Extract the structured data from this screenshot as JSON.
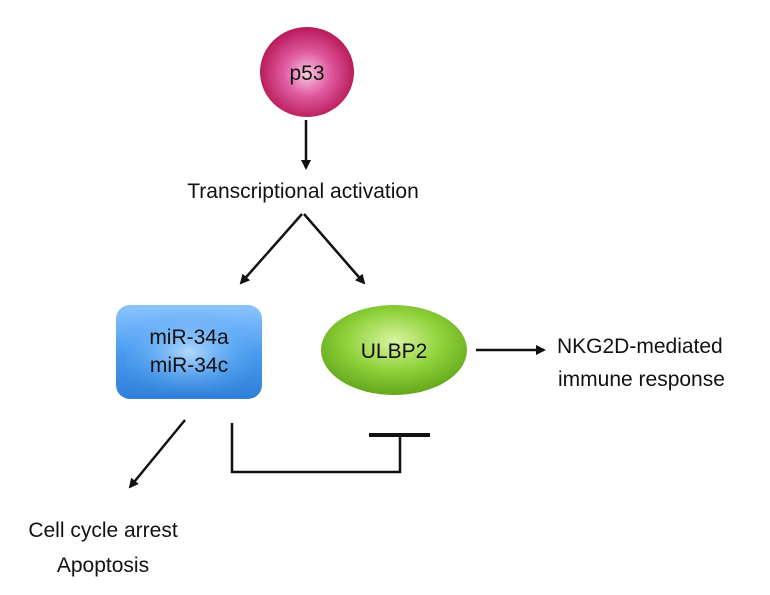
{
  "nodes": {
    "p53": {
      "label": "p53"
    },
    "mirna": {
      "line1": "miR-34a",
      "line2": "miR-34c"
    },
    "ulbp2": {
      "label": "ULBP2"
    }
  },
  "labels": {
    "transcriptional_activation": "Transcriptional activation",
    "nkg2d_line1": "NKG2D-mediated",
    "nkg2d_line2": "immune response",
    "cell_cycle_arrest": "Cell cycle arrest",
    "apoptosis": "Apoptosis"
  },
  "colors": {
    "p53_fill": "#c2185b",
    "mirna_fill": "#3f8fe6",
    "ulbp2_fill": "#7cc22a",
    "line": "#111111"
  }
}
